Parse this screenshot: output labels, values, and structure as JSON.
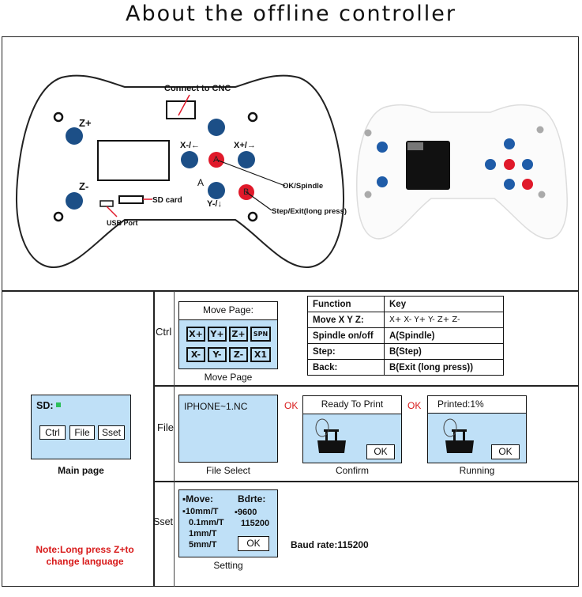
{
  "title": "About the offline controller",
  "diagram": {
    "connect_to_cnc": "Connect to CNC",
    "z_plus": "Z+",
    "z_minus": "Z-",
    "x_minus": "X-/←",
    "x_plus": "X+/→",
    "btn_a": "A",
    "btn_b": "B",
    "a_label": "A",
    "y_minus": "Y-/↓",
    "ok_spindle": "OK/Spindle",
    "step_exit": "Step/Exit(long press)",
    "sd_card": "SD card",
    "usb_port": "USB Port"
  },
  "rows": {
    "ctrl": "Ctrl",
    "file": "File",
    "sset": "Sset"
  },
  "main_page": {
    "sd_label": "SD:",
    "buttons": [
      "Ctrl",
      "File",
      "Sset"
    ],
    "caption": "Main page",
    "note": "Note:Long press Z+to change language"
  },
  "move_page": {
    "header": "Move Page:",
    "keys_row1": [
      "X+",
      "Y+",
      "Z+",
      "SPN"
    ],
    "keys_row2": [
      "X-",
      "Y-",
      "Z-",
      "X1"
    ],
    "caption": "Move Page"
  },
  "key_table": {
    "headers": [
      "Function",
      "Key"
    ],
    "rows": [
      [
        "Move X Y Z:",
        "X+  X-  Y+  Y-  Z+  Z-"
      ],
      [
        "Spindle on/off",
        "A(Spindle)"
      ],
      [
        "Step:",
        "B(Step)"
      ],
      [
        "Back:",
        "B(Exit (long press))"
      ]
    ]
  },
  "file_row": {
    "file_name": "IPHONE~1.NC",
    "file_caption": "File Select",
    "ok1": "OK",
    "confirm_header": "Ready To Print",
    "confirm_ok": "OK",
    "confirm_caption": "Confirm",
    "ok2": "OK",
    "running_header": "Printed:1%",
    "running_ok": "OK",
    "running_caption": "Running"
  },
  "sset_row": {
    "move_label": "Move:",
    "bdrte_label": "Bdrte:",
    "move_options": [
      "10mm/T",
      "0.1mm/T",
      "1mm/T",
      "5mm/T"
    ],
    "baud_options": [
      "9600",
      "115200"
    ],
    "ok": "OK",
    "caption": "Setting",
    "baud_rate": "Baud rate:115200"
  },
  "colors": {
    "blue_button": "#1c4f87",
    "red_button": "#e0192a",
    "lcd": "#bfe0f7",
    "note_red": "#d81b1b"
  }
}
